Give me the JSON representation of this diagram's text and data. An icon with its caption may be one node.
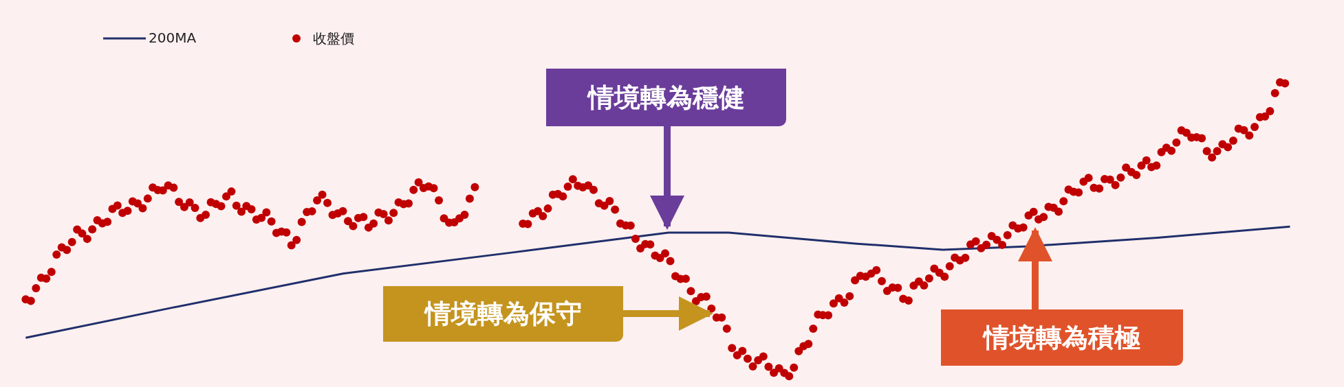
{
  "diagram": {
    "nodes": [
      {
        "text": [
          "情境轉為穩健"
        ]
      },
      {
        "text": [
          "情境轉為保守"
        ]
      },
      {
        "text": [
          "情境轉為積極"
        ]
      }
    ],
    "edges": [
      {
        "from": 0,
        "to": null,
        "arrow": "to",
        "color": "#6a3d9a"
      },
      {
        "from": 1,
        "to": null,
        "arrow": "to",
        "color": "#c4941f"
      },
      {
        "from": 2,
        "to": null,
        "arrow": "to",
        "color": "#e0532a"
      }
    ],
    "legend": [
      {
        "text": "200MA"
      },
      {
        "text": "收盤價",
        "color": "#c00000"
      }
    ]
  }
}
